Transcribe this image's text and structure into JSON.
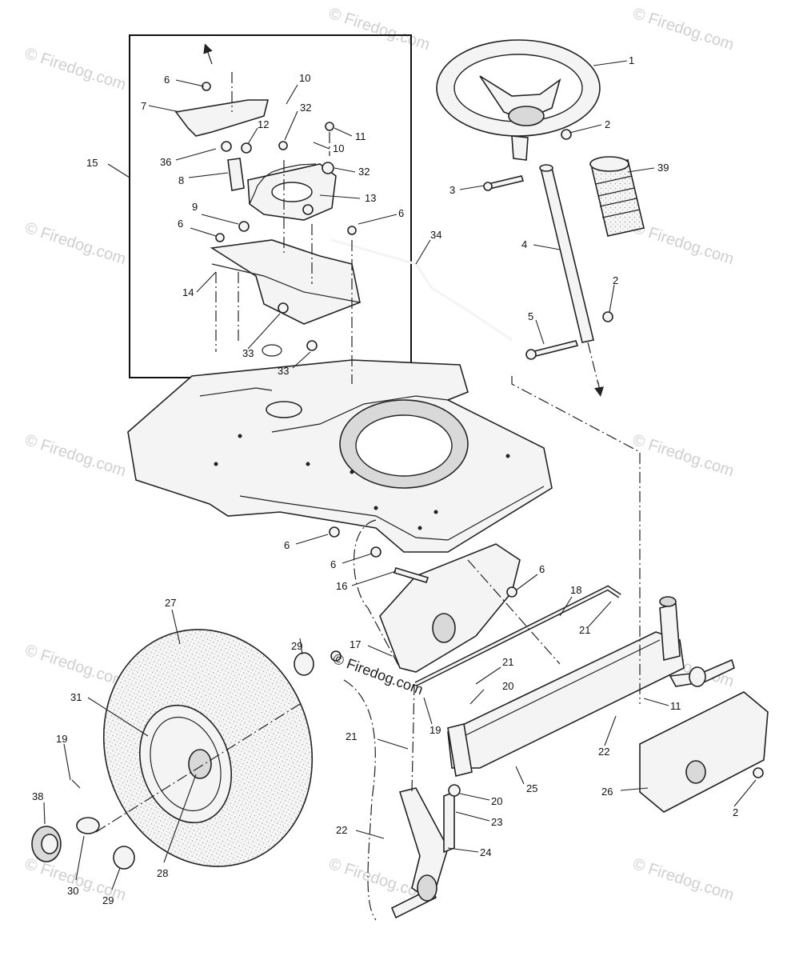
{
  "watermark": {
    "text": "© Firedog.com",
    "color": "#cfcfcf"
  },
  "center_watermark": "© Firedog.com",
  "callouts": [
    {
      "id": "c1",
      "text": "1"
    },
    {
      "id": "c2a",
      "text": "2"
    },
    {
      "id": "c2b",
      "text": "2"
    },
    {
      "id": "c2c",
      "text": "2"
    },
    {
      "id": "c3",
      "text": "3"
    },
    {
      "id": "c4",
      "text": "4"
    },
    {
      "id": "c5",
      "text": "5"
    },
    {
      "id": "c6a",
      "text": "6"
    },
    {
      "id": "c6b",
      "text": "6"
    },
    {
      "id": "c6c",
      "text": "6"
    },
    {
      "id": "c6d",
      "text": "6"
    },
    {
      "id": "c6e",
      "text": "6"
    },
    {
      "id": "c6f",
      "text": "6"
    },
    {
      "id": "c7",
      "text": "7"
    },
    {
      "id": "c8",
      "text": "8"
    },
    {
      "id": "c9",
      "text": "9"
    },
    {
      "id": "c10a",
      "text": "10"
    },
    {
      "id": "c10b",
      "text": "10"
    },
    {
      "id": "c11a",
      "text": "11"
    },
    {
      "id": "c11b",
      "text": "11"
    },
    {
      "id": "c12",
      "text": "12"
    },
    {
      "id": "c13",
      "text": "13"
    },
    {
      "id": "c14",
      "text": "14"
    },
    {
      "id": "c15",
      "text": "15"
    },
    {
      "id": "c16",
      "text": "16"
    },
    {
      "id": "c17",
      "text": "17"
    },
    {
      "id": "c18",
      "text": "18"
    },
    {
      "id": "c19a",
      "text": "19"
    },
    {
      "id": "c19b",
      "text": "19"
    },
    {
      "id": "c20a",
      "text": "20"
    },
    {
      "id": "c20b",
      "text": "20"
    },
    {
      "id": "c21a",
      "text": "21"
    },
    {
      "id": "c21b",
      "text": "21"
    },
    {
      "id": "c21c",
      "text": "21"
    },
    {
      "id": "c22a",
      "text": "22"
    },
    {
      "id": "c22b",
      "text": "22"
    },
    {
      "id": "c23",
      "text": "23"
    },
    {
      "id": "c24",
      "text": "24"
    },
    {
      "id": "c25",
      "text": "25"
    },
    {
      "id": "c26",
      "text": "26"
    },
    {
      "id": "c27",
      "text": "27"
    },
    {
      "id": "c28",
      "text": "28"
    },
    {
      "id": "c29a",
      "text": "29"
    },
    {
      "id": "c29b",
      "text": "29"
    },
    {
      "id": "c30",
      "text": "30"
    },
    {
      "id": "c31",
      "text": "31"
    },
    {
      "id": "c32a",
      "text": "32"
    },
    {
      "id": "c32b",
      "text": "32"
    },
    {
      "id": "c33a",
      "text": "33"
    },
    {
      "id": "c33b",
      "text": "33"
    },
    {
      "id": "c34",
      "text": "34"
    },
    {
      "id": "c36",
      "text": "36"
    },
    {
      "id": "c38",
      "text": "38"
    },
    {
      "id": "c39",
      "text": "39"
    }
  ]
}
